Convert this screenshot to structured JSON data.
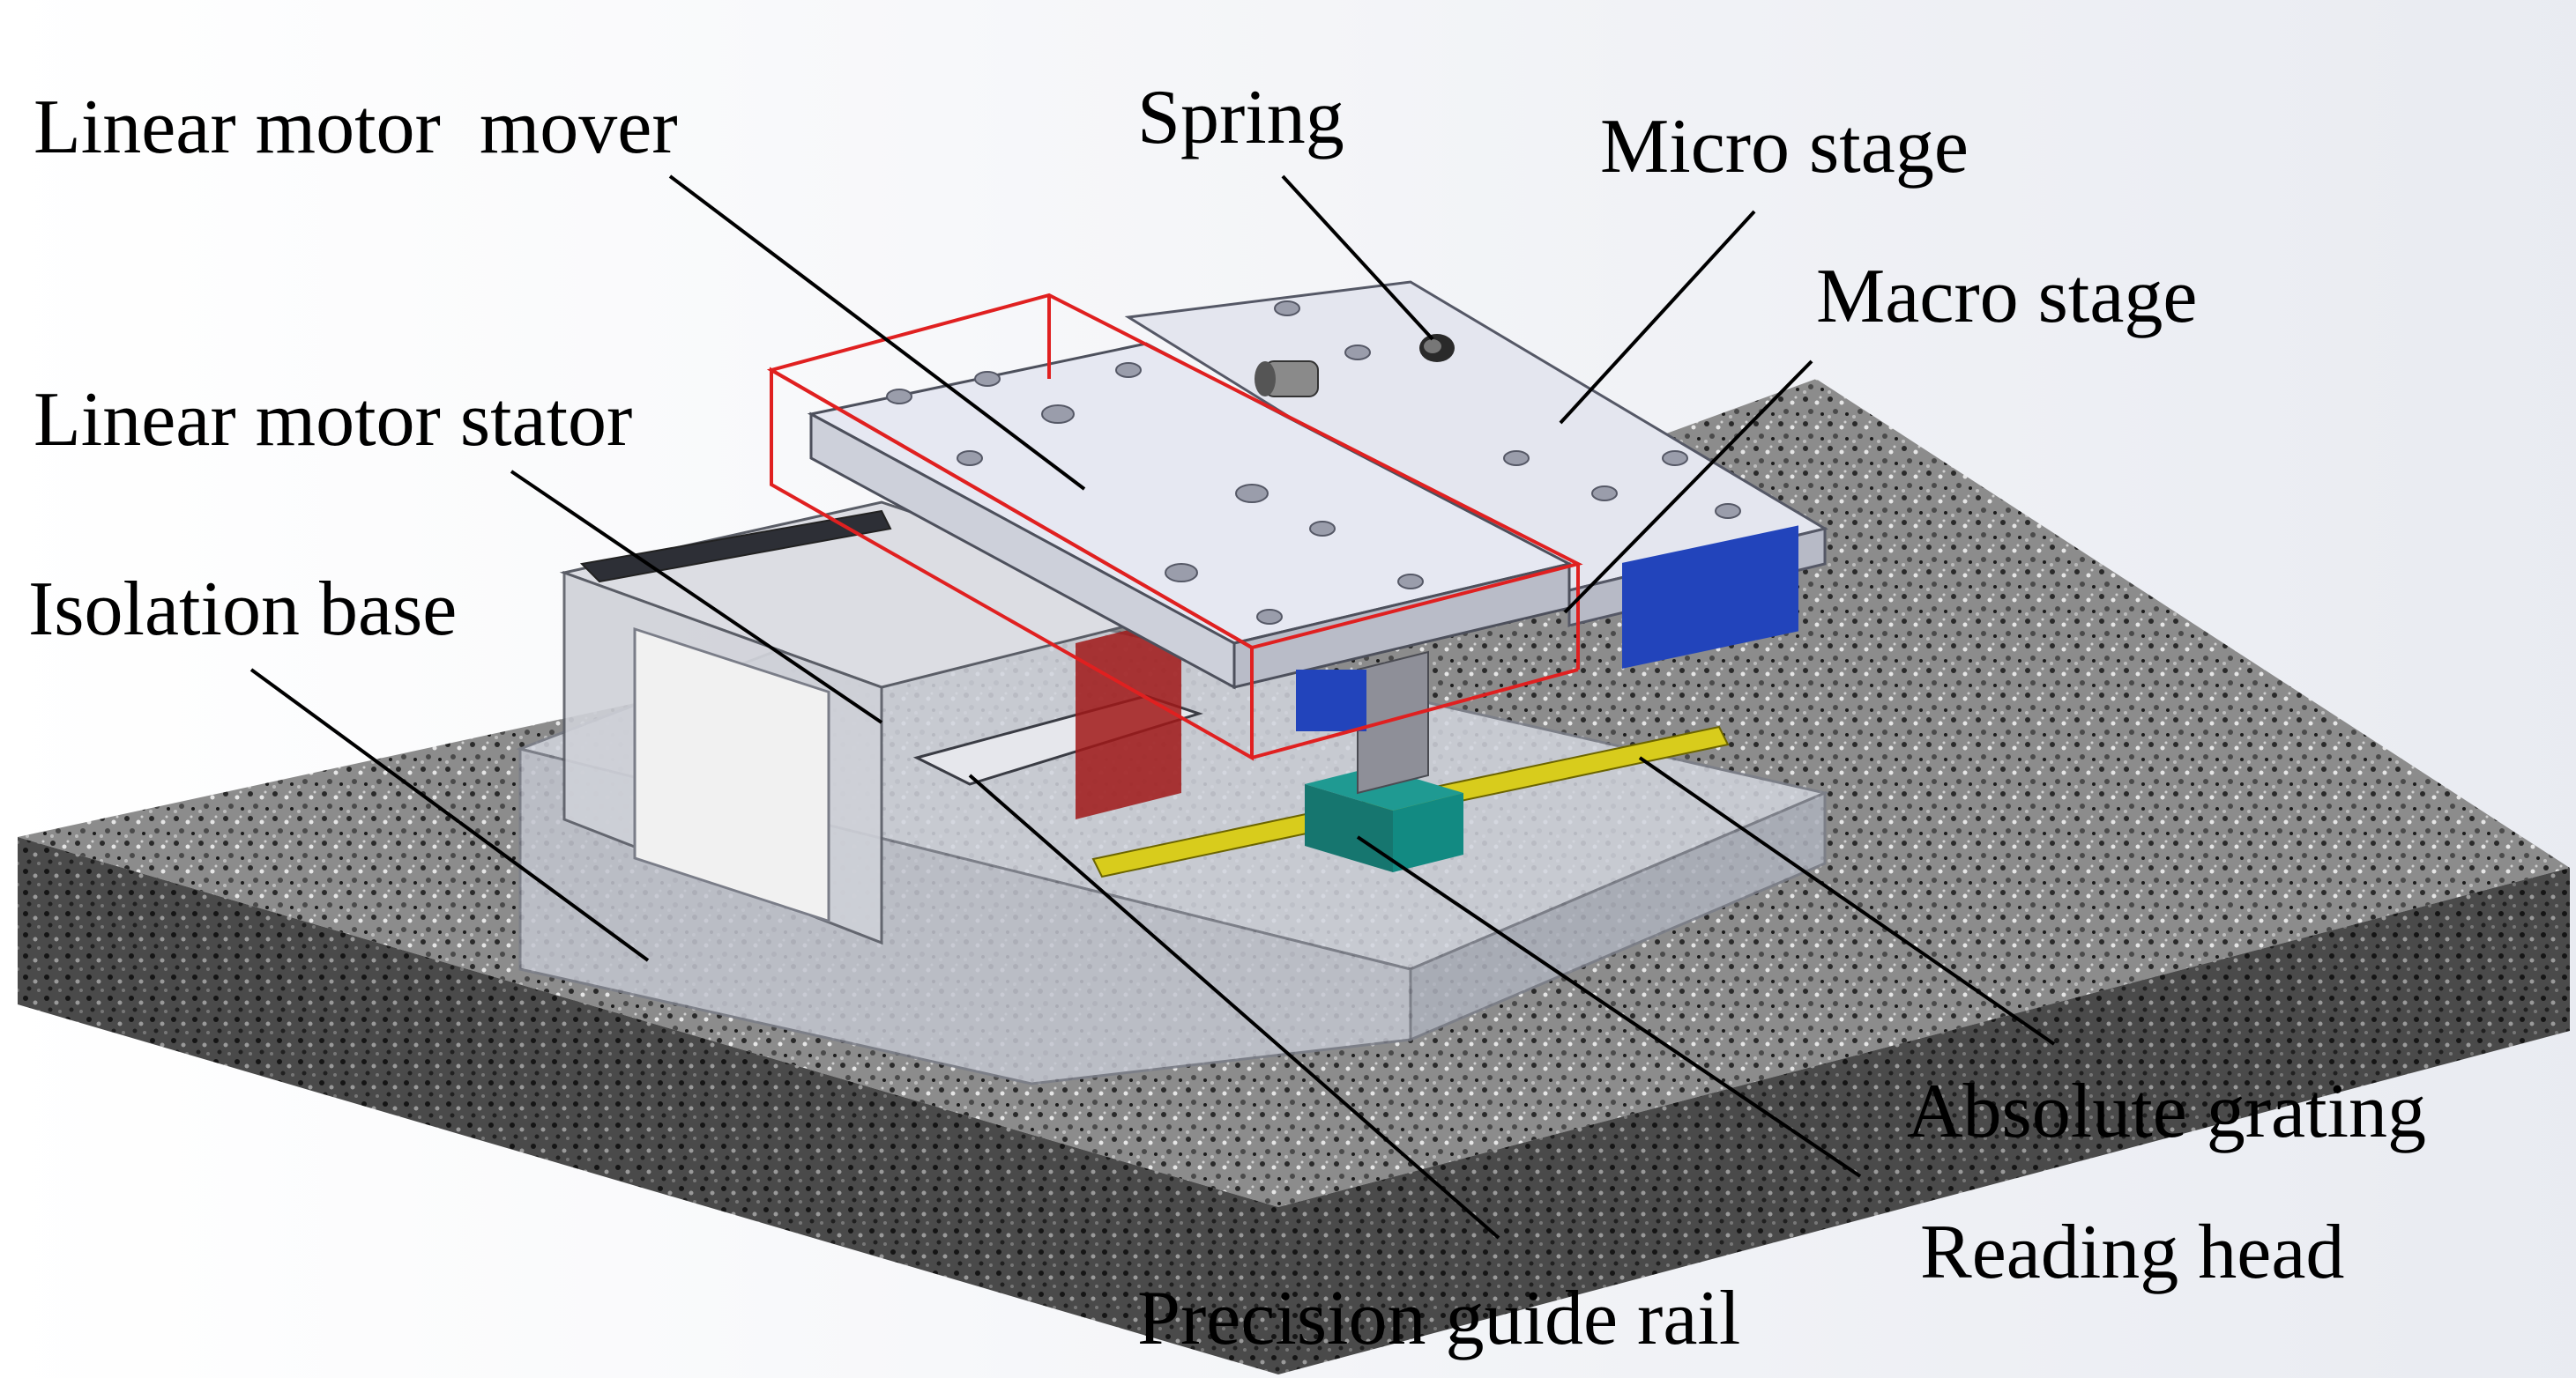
{
  "labels": {
    "linear_motor_mover": "Linear motor  mover",
    "spring": "Spring",
    "micro_stage": "Micro stage",
    "macro_stage": "Macro stage",
    "linear_motor_stator": "Linear motor stator",
    "isolation_base": "Isolation base",
    "absolute_grating": "Absolute grating",
    "reading_head": "Reading head",
    "precision_guide_rail": "Precision guide rail"
  },
  "colors": {
    "granite_top": "#8f8f8f",
    "granite_side": "#3e3e3e",
    "stage_plate": "#d9dbe6",
    "acrylic": "#c9ccd6",
    "highlight_box": "#e02020",
    "motor_blue": "#2244bb",
    "reading_head_teal": "#1f9a92",
    "grating_yellow": "#d8cc1c",
    "mover_red": "#a01818"
  }
}
